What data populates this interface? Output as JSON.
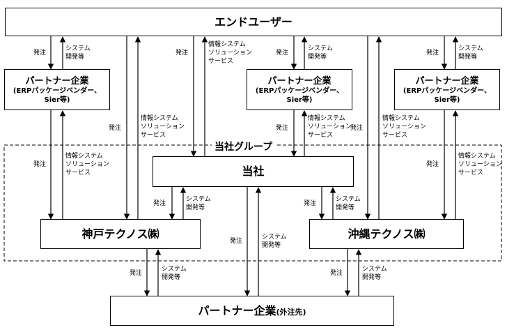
{
  "boxes": {
    "end_user": "エンドユーザー",
    "partner_title": "パートナー企業",
    "partner_sub1": "(ERPパッケージベンダー、",
    "partner_sub2": "Sier等)",
    "company": "当社",
    "kobe": "神戸テクノス㈱",
    "okinawa": "沖縄テクノス㈱",
    "bottom_partner": "パートナー企業",
    "bottom_partner_suffix": "(外注先)"
  },
  "group_label": "当社グループ",
  "labels": {
    "order": "発注",
    "system_dev_1": "システム",
    "system_dev_2": "開発等",
    "info_sys_1": "情報システム",
    "info_sys_2": "ソリューション",
    "info_sys_3": "サービス"
  }
}
